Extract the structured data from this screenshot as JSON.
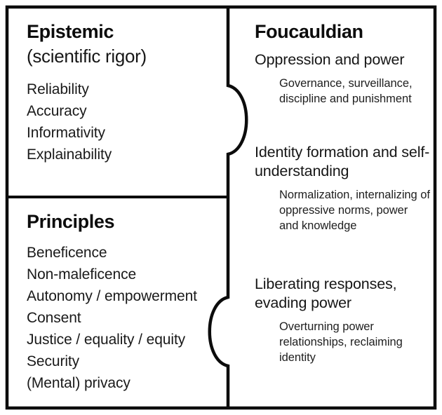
{
  "diagram": {
    "type": "two-column-puzzle-piece-diagram",
    "background_color": "#ffffff",
    "line_color": "#0c0c0c",
    "text_color": "#111111"
  },
  "left_column": {
    "panels": [
      {
        "id": "epistemic",
        "title": "Epistemic",
        "subtitle": "(scientific rigor)",
        "items": [
          "Reliability",
          "Accuracy",
          "Informativity",
          "Explainability"
        ]
      },
      {
        "id": "principles",
        "title": "Principles",
        "subtitle": "",
        "items": [
          "Beneficence",
          "Non-maleficence",
          "Autonomy / empowerment",
          "Consent",
          "Justice / equality / equity",
          "Security",
          "(Mental) privacy"
        ]
      }
    ]
  },
  "right_column": {
    "title": "Foucauldian",
    "groups": [
      {
        "heading": "Oppression and power",
        "detail": "Governance, surveillance, discipline and punishment"
      },
      {
        "heading": "Identity formation and self-understanding",
        "detail": "Normalization, internalizing of oppressive norms, power and knowledge"
      },
      {
        "heading": "Liberating responses, evading power",
        "detail": "Overturning power relationships, reclaiming identity"
      }
    ]
  }
}
